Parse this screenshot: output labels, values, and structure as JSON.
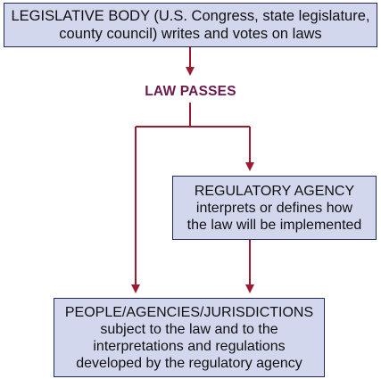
{
  "legislative_box": {
    "line1": "LEGISLATIVE BODY (U.S. Congress, state legislature,",
    "line2": "county council) writes and votes on laws"
  },
  "law_passes_label": "LAW PASSES",
  "agency_box": {
    "title": "REGULATORY AGENCY",
    "line2": "interprets or defines how",
    "line3": "the law will be implemented"
  },
  "people_box": {
    "title": "PEOPLE/AGENCIES/JURISDICTIONS",
    "line2": "subject to the law and to the",
    "line3": "interpretations and regulations",
    "line4": "developed by the regulatory agency"
  },
  "colors": {
    "box_fill": "#d3d7ee",
    "box_border": "#1f2a5c",
    "arrow": "#9b1b30",
    "label": "#6b1a4a"
  }
}
